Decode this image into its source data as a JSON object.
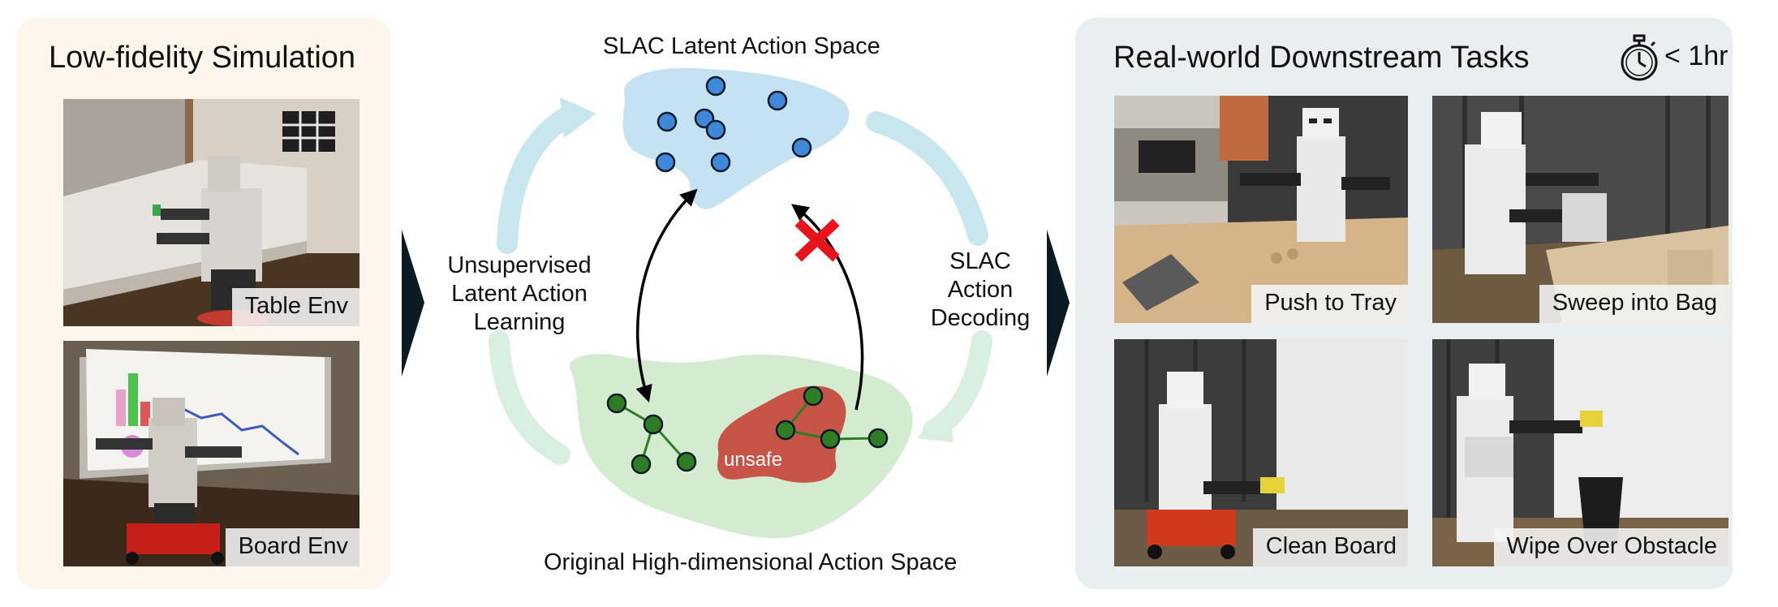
{
  "left_panel": {
    "title": "Low-fidelity Simulation",
    "envs": [
      {
        "label": "Table Env"
      },
      {
        "label": "Board Env"
      }
    ]
  },
  "center": {
    "latent_space_label": "SLAC Latent Action Space",
    "original_space_label": "Original High-dimensional Action Space",
    "left_arrow_label": [
      "Unsupervised",
      "Latent Action",
      "Learning"
    ],
    "right_arrow_label": [
      "SLAC",
      "Action",
      "Decoding"
    ],
    "unsafe_label": "unsafe"
  },
  "right_panel": {
    "title": "Real-world Downstream Tasks",
    "time_budget": "< 1hr",
    "tasks": [
      {
        "label": "Push to Tray"
      },
      {
        "label": "Sweep into Bag"
      },
      {
        "label": "Clean Board"
      },
      {
        "label": "Wipe Over Obstacle"
      }
    ]
  },
  "icons": {
    "timer": "stopwatch-icon",
    "reject": "red-x-icon"
  },
  "colors": {
    "latent_fill": "#c4e2f1",
    "node_blue": "#3f87d8",
    "original_fill": "#d3ecd0",
    "node_green": "#2e7d24",
    "unsafe_fill": "#c65548",
    "reject_red": "#e8141b",
    "flow_arrow": "#c7e6ee",
    "panel_left": "#fdf6ec",
    "panel_right": "#e9eef1"
  }
}
